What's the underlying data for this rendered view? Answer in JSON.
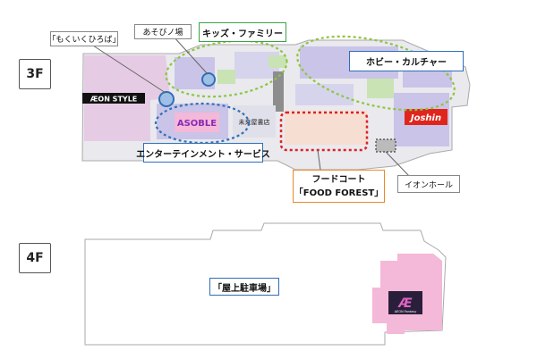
{
  "floors": {
    "f3": {
      "label": "3F",
      "store_aeon_style": "ÆON STYLE",
      "store_asobble": "ASOBLE",
      "store_mirai": "未来屋書店",
      "store_joshin": "Joshin",
      "labels": {
        "mokumoku": "「もくいくひろば」",
        "asobi": "あそびノ場",
        "kids": "キッズ・ファミリー",
        "hobby": "ホビー・カルチャー",
        "entertainment": "エンターテインメント・サービス",
        "foodcourt_line1": "フードコート",
        "foodcourt_line2": "「FOOD FOREST」",
        "aeon_hall": "イオンホール"
      }
    },
    "f4": {
      "label": "4F",
      "parking_label": "「屋上駐車場」",
      "store_logo_text": "AEON Fantasy"
    }
  },
  "colors": {
    "green_zone": "#8cc63f",
    "blue_zone": "#2f6fb5",
    "red_zone": "#e02020",
    "gray_zone": "#666666",
    "joshin": "#e0251b",
    "pink": "#f4b8d8",
    "lavender": "#c9c4e8",
    "food_court": "#f6ded2",
    "aeon_fantasy_box": "#2a1f3a"
  }
}
